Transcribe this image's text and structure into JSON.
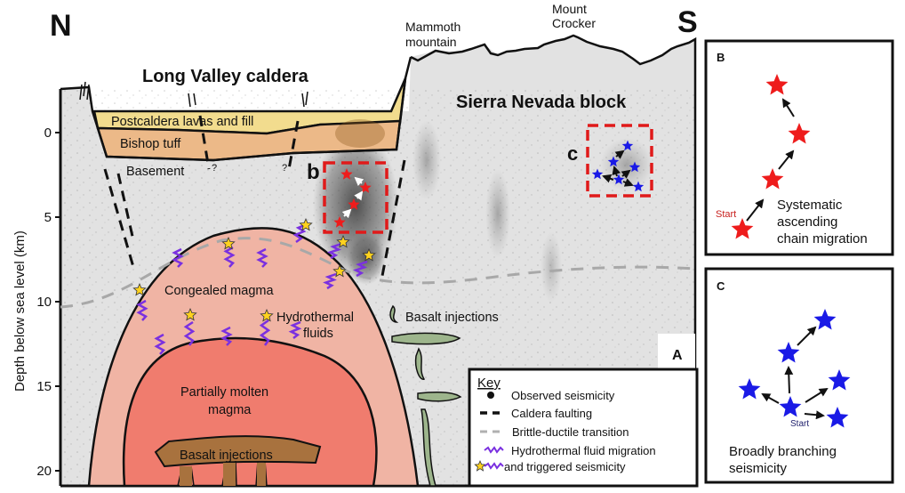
{
  "panel_a": {
    "panel_label": "A",
    "orientation": {
      "north": "N",
      "south": "S"
    },
    "y_axis": {
      "label": "Depth below sea level (km)",
      "ticks": [
        "0",
        "5",
        "10",
        "15",
        "20"
      ]
    },
    "features": {
      "long_valley_caldera": "Long Valley caldera",
      "sierra_nevada_block": "Sierra Nevada block",
      "mammoth_mountain": [
        "Mammoth",
        "mountain"
      ],
      "mount_crocker": [
        "Mount",
        "Crocker"
      ],
      "postcaldera_layer": "Postcaldera lavas and fill",
      "bishop_tuff": "Bishop tuff",
      "basement": "Basement",
      "question_mark": "?",
      "congealed_magma": "Congealed magma",
      "hydrothermal_fluids": [
        "Hydrothermal",
        "fluids"
      ],
      "partially_molten_magma": [
        "Partially molten",
        "magma"
      ],
      "basalt_injections_core": "Basalt injections",
      "basalt_injections_right": "Basalt injections",
      "box_b_label": "b",
      "box_c_label": "c"
    },
    "key": {
      "title": "Key",
      "items": [
        "Observed seismicity",
        "Caldera faulting",
        "Brittle-ductile transition",
        "Hydrothermal fluid migration",
        "and triggered seismicity"
      ]
    },
    "colors": {
      "postcaldera": "#f2dc8e",
      "bishop_tuff": "#ecb988",
      "crust": "#e2e2e2",
      "congealed_magma": "#f0b4a4",
      "molten_magma": "#f07c6e",
      "basalt_core": "#a8723e",
      "basalt_dikes": "#9db58c",
      "fluid": "#7a30e0",
      "star_yellow": "#ffd21e",
      "star_red": "#ee1c1c",
      "star_blue": "#1a1ae6",
      "box_dash": "#e01a1a",
      "transition_dash": "#a8a8a8"
    }
  },
  "panel_b": {
    "label": "B",
    "start_label": "Start",
    "description": [
      "Systematic",
      "ascending",
      "chain migration"
    ]
  },
  "panel_c": {
    "label": "C",
    "start_label": "Start",
    "description": [
      "Broadly branching",
      "seismicity"
    ]
  }
}
